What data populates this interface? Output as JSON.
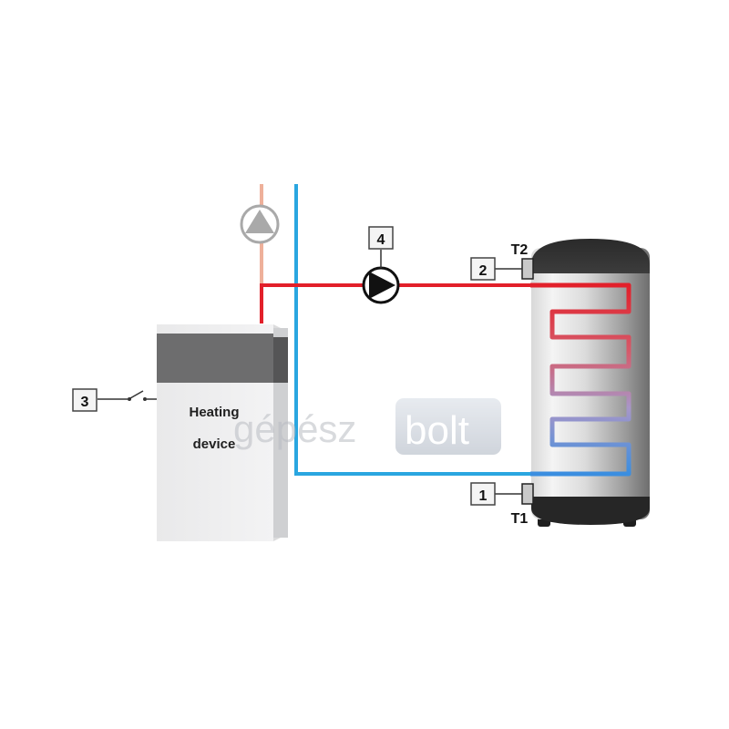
{
  "heating_device": {
    "line1": "Heating",
    "line2": "device"
  },
  "callouts": {
    "c1": "1",
    "c2": "2",
    "c3": "3",
    "c4": "4"
  },
  "sensors": {
    "t1": "T1",
    "t2": "T2"
  },
  "watermark": {
    "part1": "gépész",
    "part2": "bolt"
  },
  "colors": {
    "hot_pipe": "#e2202a",
    "cold_pipe": "#2aa6e0",
    "faded_pipe": "#eeb09a",
    "coil_mid": "#b9a3c4"
  }
}
